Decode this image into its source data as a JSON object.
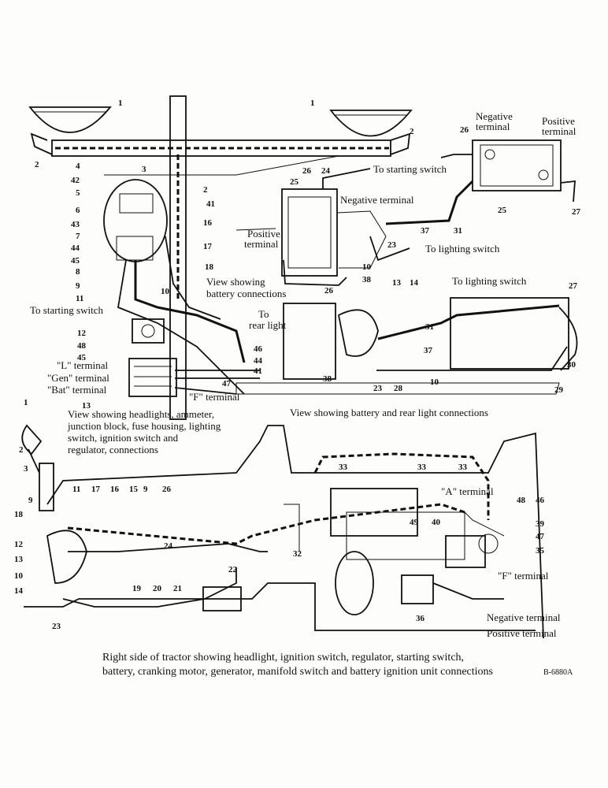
{
  "top_left": {
    "callouts": [
      "1",
      "2",
      "3",
      "4",
      "42",
      "5",
      "6",
      "43",
      "7",
      "44",
      "45",
      "8",
      "9",
      "11",
      "12",
      "48",
      "45",
      "13",
      "16",
      "17",
      "18",
      "41",
      "46",
      "44",
      "41",
      "47",
      "2",
      "2",
      "1",
      "10"
    ],
    "terminals": [
      "\"L\" terminal",
      "\"Gen\" terminal",
      "\"Bat\" terminal",
      "\"F\" terminal"
    ],
    "to_starting_switch": "To starting switch",
    "to_rear_light": "To\nrear light",
    "caption": [
      "View showing headlights, ammeter,",
      "junction block, fuse housing, lighting",
      "switch, ignition switch and",
      "regulator, connections"
    ]
  },
  "top_right": {
    "negative_terminal_top": "Negative\nterminal",
    "positive_terminal_top": "Positive\nterminal",
    "to_starting_switch": "To starting switch",
    "negative_terminal": "Negative terminal",
    "positive_terminal": "Positive\nterminal",
    "to_lighting_switch_1": "To lighting switch",
    "to_lighting_switch_2": "To lighting switch",
    "battery_caption": [
      "View showing",
      "battery connections"
    ],
    "rear_caption": "View showing battery and rear light connections",
    "callouts": [
      "26",
      "24",
      "25",
      "26",
      "27",
      "25",
      "31",
      "37",
      "23",
      "10",
      "38",
      "26",
      "13",
      "14",
      "27",
      "31",
      "37",
      "30",
      "38",
      "23",
      "28",
      "10",
      "29"
    ]
  },
  "bottom": {
    "callouts": [
      "1",
      "2",
      "3",
      "9",
      "18",
      "12",
      "13",
      "10",
      "14",
      "23",
      "11",
      "17",
      "16",
      "15",
      "9",
      "26",
      "24",
      "19",
      "20",
      "21",
      "22",
      "32",
      "33",
      "33",
      "33",
      "48",
      "46",
      "39",
      "47",
      "35",
      "49",
      "40",
      "36"
    ],
    "a_terminal": "\"A\" terminal",
    "f_terminal": "\"F\" terminal",
    "negative_terminal": "Negative terminal",
    "positive_terminal": "Positive terminal",
    "caption": [
      "Right side of tractor showing headlight, ignition switch, regulator, starting switch,",
      "battery, cranking motor, generator, manifold switch and battery ignition unit connections"
    ],
    "code": "B-6880A"
  }
}
